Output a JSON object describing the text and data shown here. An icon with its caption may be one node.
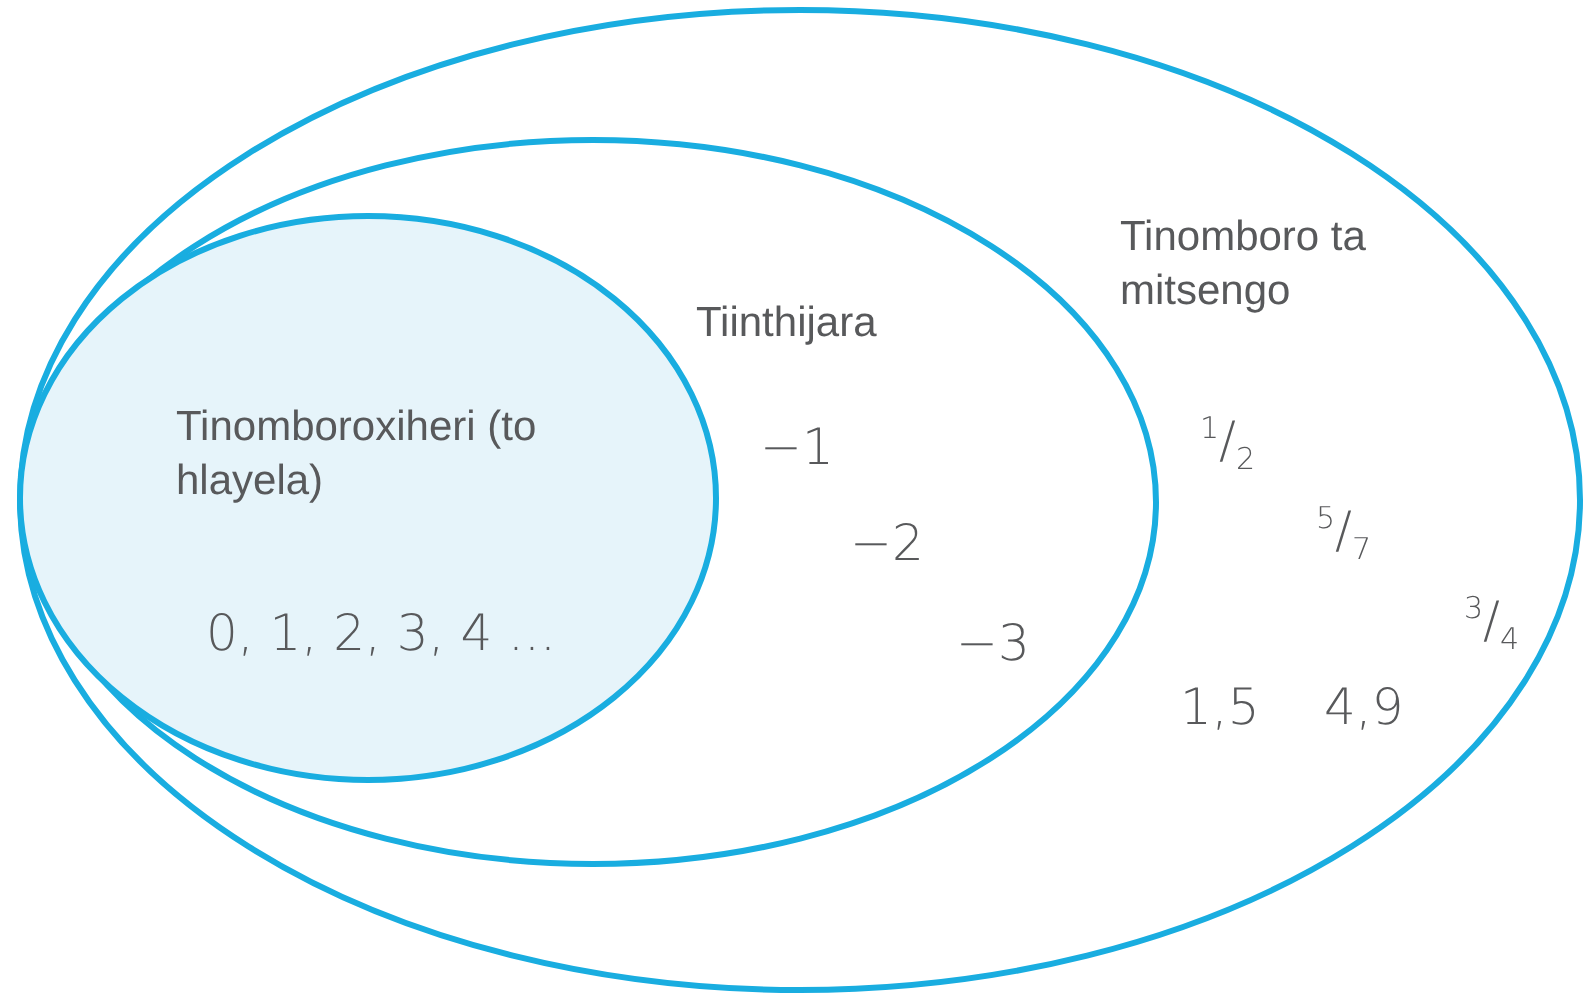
{
  "diagram": {
    "nodes": [
      {
        "text": [
          "Tinomboro ta mitsengo",
          "$^{1}$/$_{2}$",
          "$^{5}$/$_{7}$",
          "$^{3}$/$_{4}$",
          "1,5",
          "4,9"
        ]
      },
      {
        "text": [
          "Tiinthijara",
          "−1",
          "−2",
          "−3"
        ],
        "in": 0
      },
      {
        "text": [
          "Tinomboroxiheri (to hlayela)",
          "0, 1, 2, 3, 4 ..."
        ],
        "in": 1
      }
    ]
  }
}
